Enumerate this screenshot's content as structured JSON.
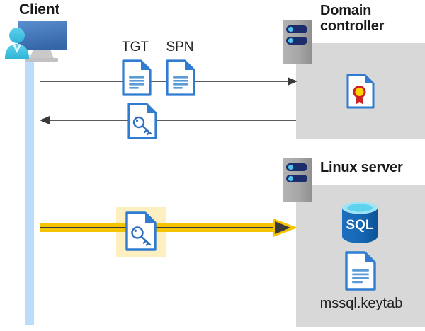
{
  "diagram": {
    "title_client": "Client",
    "title_domain_controller": "Domain\ncontroller",
    "title_domain_controller_line1": "Domain",
    "title_domain_controller_line2": "controller",
    "title_linux_server": "Linux server",
    "labels": {
      "tgt": "TGT",
      "spn": "SPN",
      "keytab_file": "mssql.keytab",
      "sql_icon_text": "SQL"
    },
    "icons": {
      "client": "user-monitor-icon",
      "tgt_document": "document-icon",
      "spn_document": "document-icon",
      "ticket_key_document": "key-document-icon",
      "keytab_key_document": "key-document-icon",
      "certificate": "certificate-document-icon",
      "sql_database": "sql-database-icon",
      "keytab_document": "document-icon",
      "domain_controller_server": "server-rack-icon",
      "linux_server": "server-rack-icon"
    },
    "flows": [
      {
        "name": "request-flow",
        "direction": "right",
        "style": "thin-gray",
        "from": "client",
        "to": "domain-controller"
      },
      {
        "name": "response-flow",
        "direction": "left",
        "style": "thin-gray",
        "from": "domain-controller",
        "to": "client"
      },
      {
        "name": "keytab-flow",
        "direction": "right",
        "style": "thick-yellow",
        "from": "client",
        "to": "linux-server"
      }
    ],
    "colors": {
      "panel_gray": "#d8d8d8",
      "lifeline_blue": "#bcdcfb",
      "highlight_yellow": "#fdefc0",
      "arrow_yellow": "#f5c400",
      "arrow_gray": "#595959",
      "doc_blue": "#2f7cd0",
      "monitor_blue": "#3e78bf",
      "person_cyan": "#3fc0e5",
      "server_gray": "#9e9e9e",
      "server_slot_navy": "#1c2d6b",
      "sql_blue": "#0f6cbd",
      "seal_red": "#d32020",
      "seal_yellow": "#ffd400",
      "title_black": "#1a1a1a"
    }
  }
}
